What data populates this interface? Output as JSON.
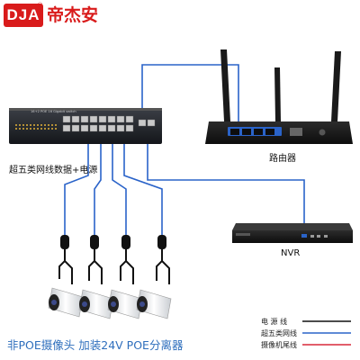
{
  "brand": {
    "logo_text": "DJA",
    "name": "帝杰安",
    "registered_mark": "®"
  },
  "switch": {
    "panel_text": "16+2 POE 16 Gigabit switch"
  },
  "labels": {
    "cable_note": "超五类网线数据+电源",
    "router": "路由器",
    "nvr": "NVR"
  },
  "caption": "非POE摄像头 加装24V POE分离器",
  "legend": [
    {
      "text": "电 源 线",
      "color": "#111111"
    },
    {
      "text": "超五类网线",
      "color": "#2a63c9"
    },
    {
      "text": "摄像机尾线",
      "color": "#d9283a"
    }
  ],
  "colors": {
    "network": "#2a63c9",
    "power": "#111111",
    "camera_tail": "#d9283a",
    "brand": "#d91b1b"
  }
}
